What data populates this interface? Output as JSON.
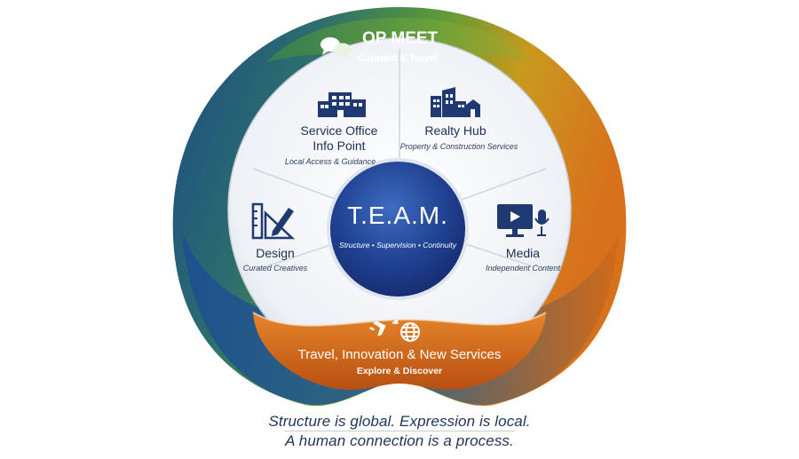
{
  "colors": {
    "ring_blue": "#1f4e8c",
    "ring_green": "#5a9a3a",
    "ring_orange": "#d9791c",
    "band_orange": "#d0641a",
    "center_blue": "#1f3f8f",
    "text_navy": "#1d2f52"
  },
  "top_banner": {
    "icon": "chat-bubbles-icon",
    "title": "OP MEET",
    "subtitle": "Connect & Travel"
  },
  "center": {
    "title": "T.E.A.M.",
    "subtitle": "Structure • Supervision • Continuity"
  },
  "segments": {
    "service_office": {
      "icon": "office-building-icon",
      "title_line1": "Service Office",
      "title_line2": "Info Point",
      "subtitle": "Local Access & Guidance"
    },
    "realty_hub": {
      "icon": "city-buildings-icon",
      "title": "Realty Hub",
      "subtitle": "Property & Construction Services"
    },
    "design": {
      "icon": "ruler-pencil-icon",
      "title": "Design",
      "subtitle": "Curated Creatives"
    },
    "media": {
      "icon": "monitor-microphone-icon",
      "title": "Media",
      "subtitle": "Independent Content"
    }
  },
  "bottom_banner": {
    "icons": [
      "airplane-icon",
      "globe-icon"
    ],
    "title": "Travel, Innovation & New Services",
    "subtitle": "Explore & Discover"
  },
  "caption": {
    "line1": "Structure is global. Expression is local.",
    "line2": "A human connection is a process."
  }
}
